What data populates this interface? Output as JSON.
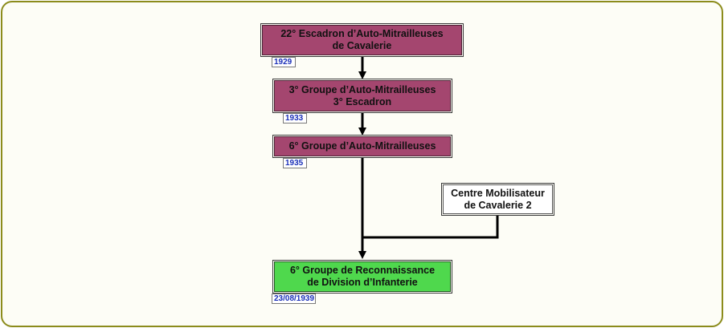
{
  "nodes": {
    "n1": {
      "label": "22° Escadron d’Auto-Mitrailleuses\nde Cavalerie",
      "date": "1929"
    },
    "n2": {
      "label": "3° Groupe d’Auto-Mitrailleuses\n3° Escadron",
      "date": "1933"
    },
    "n3": {
      "label": "6° Groupe d’Auto-Mitrailleuses",
      "date": "1935"
    },
    "n4": {
      "label": "Centre Mobilisateur\nde Cavalerie 2"
    },
    "n5": {
      "label": "6° Groupe de Reconnaissance\nde Division d’Infanterie",
      "date": "23/08/1939"
    }
  },
  "colors": {
    "frame_border": "#8c8c1c",
    "unit_fill": "#a4466f",
    "final_unit_fill": "#4fd84d",
    "mobilisation_fill": "#ffffff",
    "date_text": "#1a2fb8"
  }
}
